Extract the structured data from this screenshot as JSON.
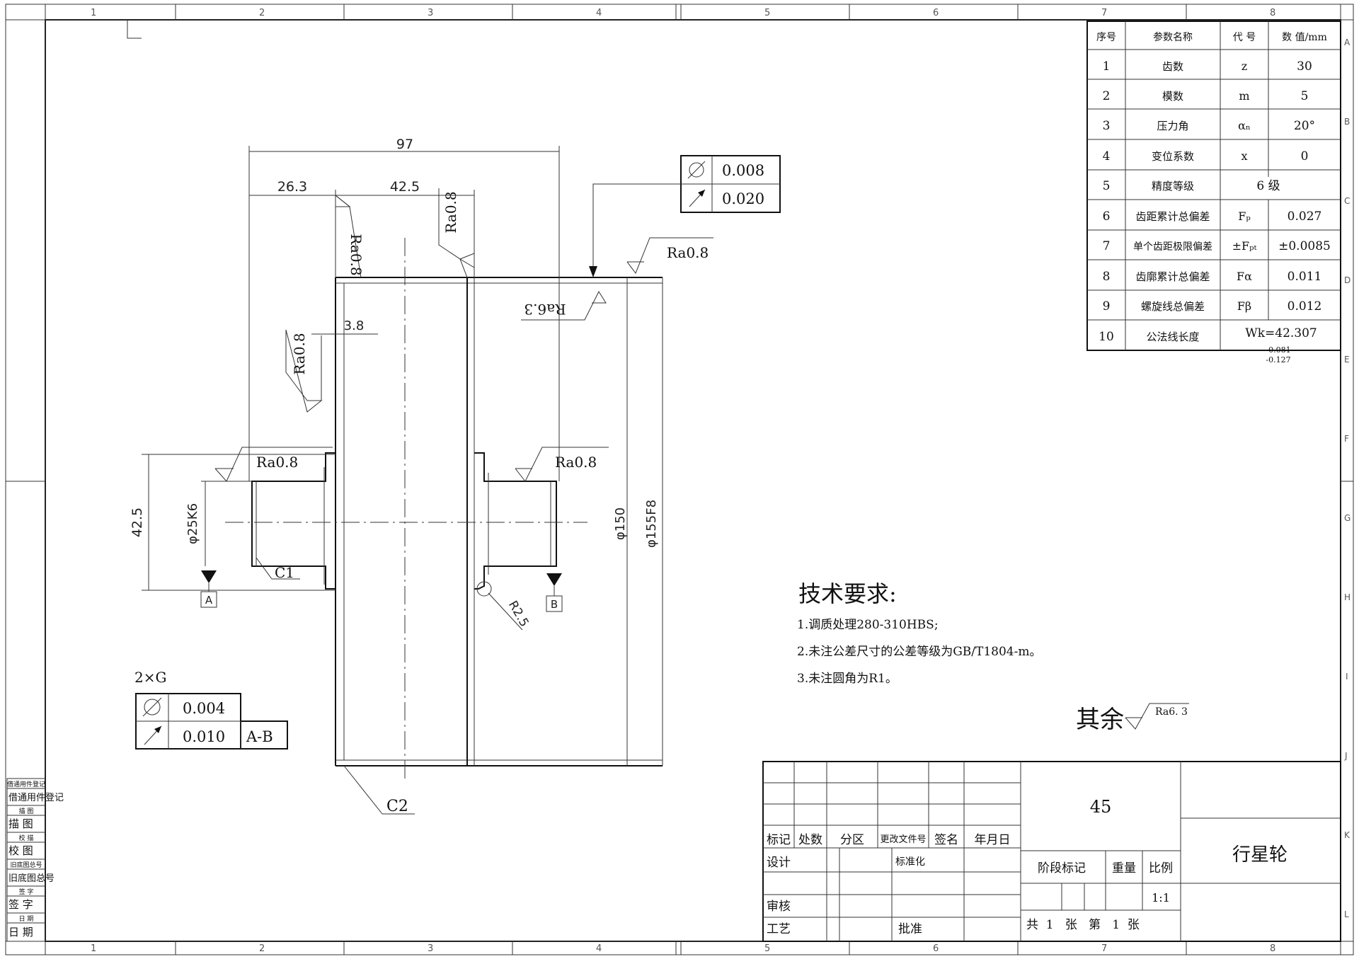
{
  "frame": {
    "col_numbers": [
      "1",
      "2",
      "3",
      "4",
      "5",
      "6",
      "7",
      "8"
    ],
    "row_letters": [
      "A",
      "B",
      "C",
      "D",
      "E",
      "F",
      "G",
      "H",
      "I",
      "J",
      "K",
      "L"
    ]
  },
  "param_table": {
    "headers": [
      "序号",
      "参数名称",
      "代 号",
      "数 值/mm"
    ],
    "rows": [
      {
        "no": "1",
        "name": "齿数",
        "code": "z",
        "value": "30"
      },
      {
        "no": "2",
        "name": "模数",
        "code": "m",
        "value": "5"
      },
      {
        "no": "3",
        "name": "压力角",
        "code": "αₙ",
        "value": "20°"
      },
      {
        "no": "4",
        "name": "变位系数",
        "code": "x",
        "value": "0"
      },
      {
        "no": "5",
        "name": "精度等级",
        "code": "",
        "value": "6 级"
      },
      {
        "no": "6",
        "name": "齿距累计总偏差",
        "code": "Fₚ",
        "value": "0.027"
      },
      {
        "no": "7",
        "name": "单个齿距极限偏差",
        "code": "±Fₚₜ",
        "value": "±0.0085"
      },
      {
        "no": "8",
        "name": "齿廓累计总偏差",
        "code": "Fα",
        "value": "0.011"
      },
      {
        "no": "9",
        "name": "螺旋线总偏差",
        "code": "Fβ",
        "value": "0.012"
      },
      {
        "no": "10",
        "name": "公法线长度",
        "code": "",
        "value": "Wk=42.307"
      }
    ],
    "wk_tol_upper": "-0.081",
    "wk_tol_lower": "-0.127"
  },
  "dims": {
    "d97": "97",
    "d26_3": "26.3",
    "d42_5_top": "42.5",
    "d3_8": "3.8",
    "d42_5_left": "42.5",
    "phi25": "φ25K6",
    "phi150": "φ150",
    "phi155": "φ155F8",
    "c1": "C1",
    "c2": "C2",
    "r2_5": "R2.5"
  },
  "roughness": {
    "ra08": "Ra0.8",
    "ra63": "Ra6.3"
  },
  "tolerance_frame_top": {
    "circ": "0.008",
    "runout": "0.020"
  },
  "tolerance_frame_left": {
    "label": "2×G",
    "circ": "0.004",
    "runout": "0.010",
    "datum": "A-B"
  },
  "datums": {
    "a": "A",
    "b": "B"
  },
  "tech_req": {
    "title": "技术要求:",
    "items": [
      "1.调质处理280-310HBS;",
      "2.未注公差尺寸的公差等级为GB/T1804-m。",
      "3.未注圆角为R1。"
    ]
  },
  "rest_rough": {
    "label": "其余",
    "value": "Ra6. 3"
  },
  "title_block": {
    "material": "45",
    "part_name": "行星轮",
    "h_marks": "标记",
    "h_count": "处数",
    "h_zone": "分区",
    "h_doc": "更改文件号",
    "h_sign": "签名",
    "h_date": "年月日",
    "design": "设计",
    "standard": "标准化",
    "review": "审核",
    "process": "工艺",
    "approve": "批准",
    "stage": "阶段标记",
    "weight": "重量",
    "scale_label": "比例",
    "scale": "1:1",
    "sheets": "共  1   张   第   1  张"
  },
  "side_block": {
    "items": [
      "借通用件登记",
      "借通用件登记",
      "描 图",
      "描  图",
      "校 描",
      "校  图",
      "旧底图总号",
      "旧底图总号",
      "签 字",
      "签  字",
      "日 期",
      "日  期"
    ]
  }
}
